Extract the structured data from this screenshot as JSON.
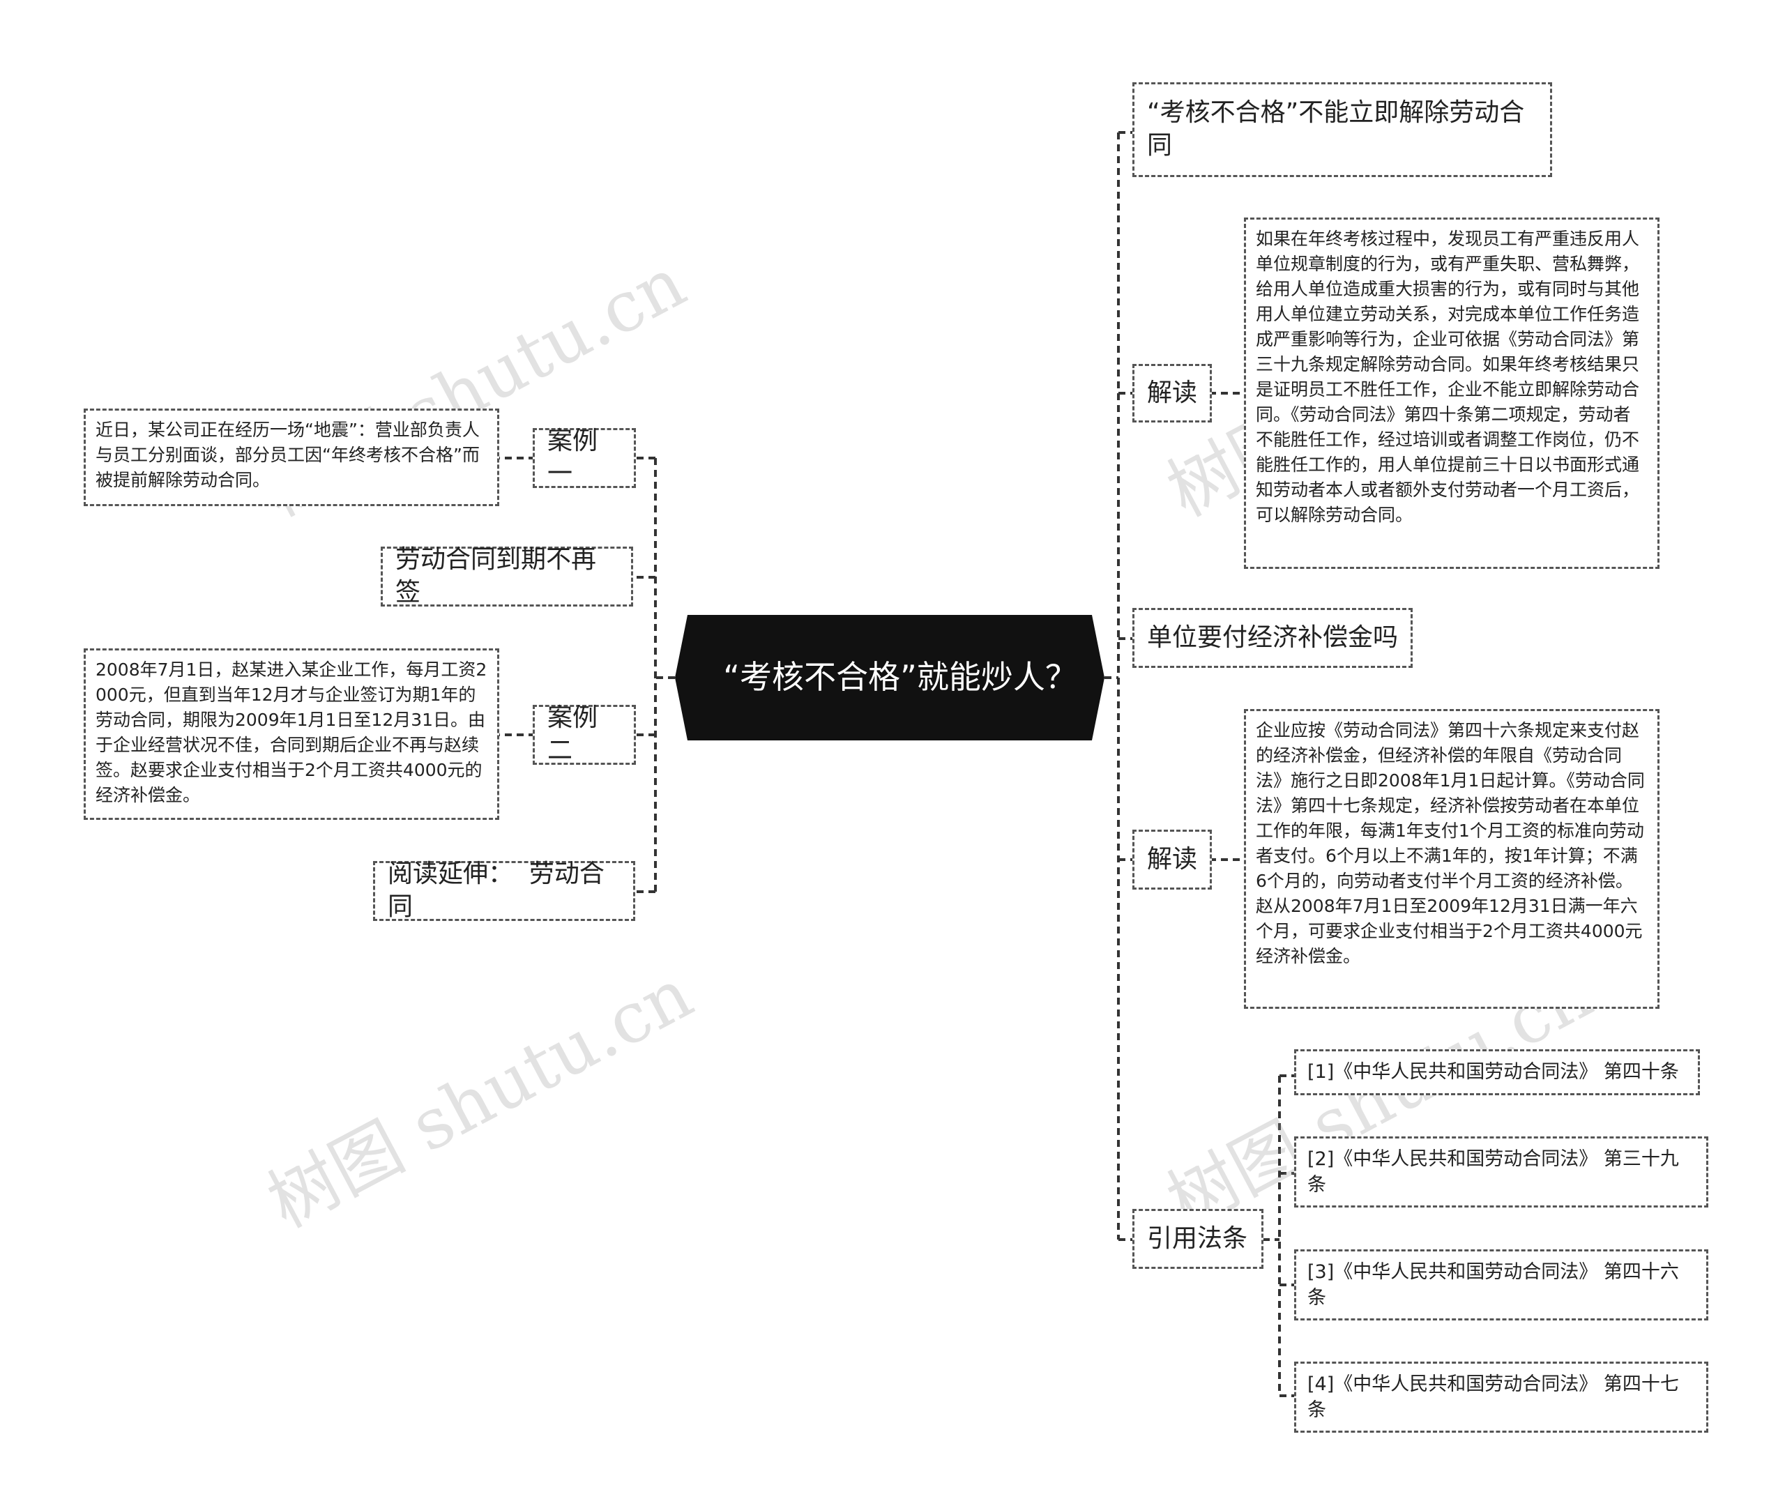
{
  "root": {
    "title": "“考核不合格”就能炒人？"
  },
  "left": {
    "case1": {
      "label": "案例一",
      "detail": "近日，某公司正在经历一场“地震”：营业部负责人与员工分别面谈，部分员工因“年终考核不合格”而被提前解除劳动合同。"
    },
    "contract_expiry": {
      "label": "劳动合同到期不再签"
    },
    "case2": {
      "label": "案例二",
      "detail": "2008年7月1日，赵某进入某企业工作，每月工资2000元，但直到当年12月才与企业签订为期1年的劳动合同，期限为2009年1月1日至12月31日。由于企业经营状况不佳，合同到期后企业不再与赵续签。赵要求企业支付相当于2个月工资共4000元的经济补偿金。"
    },
    "extended": {
      "label": "阅读延伸：  劳动合同"
    }
  },
  "right": {
    "topic1": {
      "label": "“考核不合格”不能立即解除劳动合同"
    },
    "interpret1": {
      "label": "解读",
      "detail": "如果在年终考核过程中，发现员工有严重违反用人单位规章制度的行为，或有严重失职、营私舞弊，给用人单位造成重大损害的行为，或有同时与其他用人单位建立劳动关系，对完成本单位工作任务造成严重影响等行为，企业可依据《劳动合同法》第三十九条规定解除劳动合同。如果年终考核结果只是证明员工不胜任工作，企业不能立即解除劳动合同。《劳动合同法》第四十条第二项规定，劳动者不能胜任工作，经过培训或者调整工作岗位，仍不能胜任工作的，用人单位提前三十日以书面形式通知劳动者本人或者额外支付劳动者一个月工资后，可以解除劳动合同。"
    },
    "topic2": {
      "label": "单位要付经济补偿金吗"
    },
    "interpret2": {
      "label": "解读",
      "detail": "企业应按《劳动合同法》第四十六条规定来支付赵的经济补偿金，但经济补偿的年限自《劳动合同法》施行之日即2008年1月1日起计算。《劳动合同法》第四十七条规定，经济补偿按劳动者在本单位工作的年限，每满1年支付1个月工资的标准向劳动者支付。6个月以上不满1年的，按1年计算；不满6个月的，向劳动者支付半个月工资的经济补偿。赵从2008年7月1日至2009年12月31日满一年六个月，可要求企业支付相当于2个月工资共4000元经济补偿金。"
    },
    "citations": {
      "label": "引用法条",
      "items": [
        "[1]《中华人民共和国劳动合同法》 第四十条",
        "[2]《中华人民共和国劳动合同法》 第三十九条",
        "[3]《中华人民共和国劳动合同法》 第四十六条",
        "[4]《中华人民共和国劳动合同法》 第四十七条"
      ]
    }
  },
  "watermark": "树图 shutu.cn",
  "colors": {
    "root_fill": "#111111",
    "line": "#333333",
    "border": "#555555"
  }
}
